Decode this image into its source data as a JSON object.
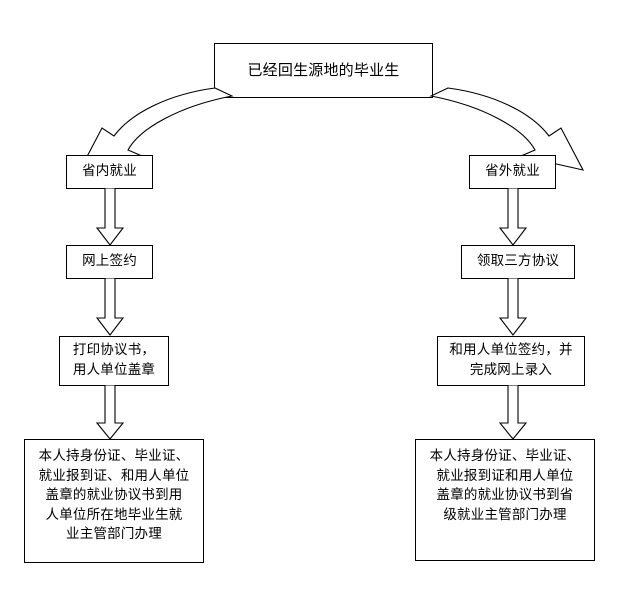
{
  "diagram": {
    "title_box": {
      "id": "root",
      "label": "已经回生源地的毕业生"
    },
    "branches": [
      {
        "name": "in-province",
        "steps": [
          {
            "id": "l1",
            "label": "省内就业"
          },
          {
            "id": "l2",
            "label": "网上签约"
          },
          {
            "id": "l3",
            "label": "打印协议书，\n用人单位盖章"
          },
          {
            "id": "l4",
            "label": "本人持身份证、毕业证、\n就业报到证、和用人单位\n盖章的就业协议书到用\n人单位所在地毕业生就\n业主管部门办理"
          }
        ]
      },
      {
        "name": "out-of-province",
        "steps": [
          {
            "id": "r1",
            "label": "省外就业"
          },
          {
            "id": "r2",
            "label": "领取三方协议"
          },
          {
            "id": "r3",
            "label": "和用人单位签约，并\n完成网上录入"
          },
          {
            "id": "r4",
            "label": "本人持身份证、毕业证、\n就业报到证和用人单位\n盖章的就业协议书到省\n级就业主管部门办理"
          }
        ]
      }
    ],
    "connectors": [
      {
        "id": "branch-left",
        "kind": "curved-block-arrow",
        "from": "root",
        "to": "l1"
      },
      {
        "id": "branch-right",
        "kind": "curved-block-arrow",
        "from": "root",
        "to": "r1"
      },
      {
        "id": "l1-l2",
        "kind": "block-arrow-down",
        "from": "l1",
        "to": "l2"
      },
      {
        "id": "l2-l3",
        "kind": "block-arrow-down",
        "from": "l2",
        "to": "l3"
      },
      {
        "id": "l3-l4",
        "kind": "block-arrow-down",
        "from": "l3",
        "to": "l4"
      },
      {
        "id": "r1-r2",
        "kind": "block-arrow-down",
        "from": "r1",
        "to": "r2"
      },
      {
        "id": "r2-r3",
        "kind": "block-arrow-down",
        "from": "r2",
        "to": "r3"
      },
      {
        "id": "r3-r4",
        "kind": "block-arrow-down",
        "from": "r3",
        "to": "r4"
      }
    ],
    "colors": {
      "stroke": "#000000",
      "fill": "#ffffff",
      "background": "#ffffff"
    }
  }
}
